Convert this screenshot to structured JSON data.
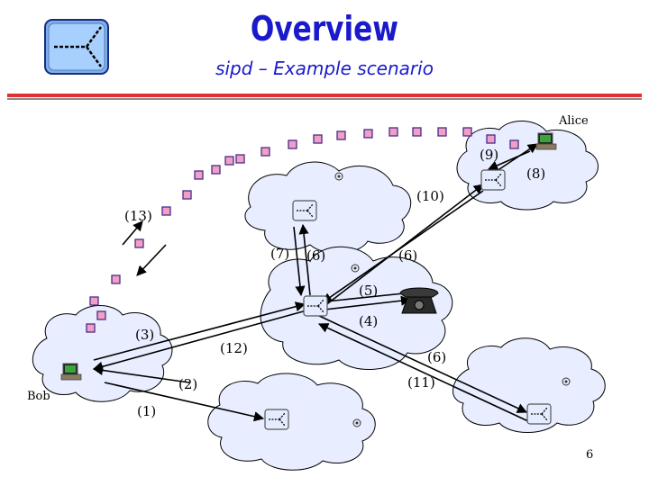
{
  "slide": {
    "title": "Overview",
    "subtitle": "sipd – Example scenario",
    "page_number": "6"
  },
  "logo": {
    "icon": "sip-proxy-logo-icon"
  },
  "nodes": {
    "alice": "Alice",
    "bob": "Bob"
  },
  "step_labels": {
    "s1": "(1)",
    "s2": "(2)",
    "s3": "(3)",
    "s4": "(4)",
    "s5": "(5)",
    "s6a": "(6)",
    "s6b": "(6)",
    "s6c": "(6)",
    "s7": "(7)",
    "s8": "(8)",
    "s9": "(9)",
    "s10": "(10)",
    "s11": "(11)",
    "s12": "(12)",
    "s13": "(13)"
  },
  "colors": {
    "title": "#1a1acc",
    "rule_red": "#e03030",
    "cloud_fill": "#e8eeff",
    "square_fill": "#f0a0c0",
    "square_stroke": "#4a2a90",
    "proxy_fill": "#e4ecff"
  }
}
